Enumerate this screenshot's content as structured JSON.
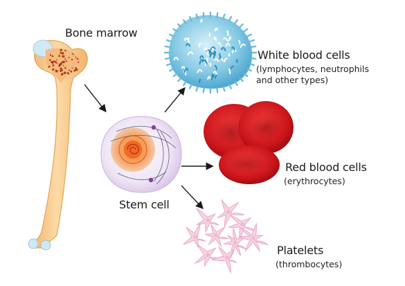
{
  "labels": {
    "bone_marrow": "Bone marrow",
    "stem_cell": "Stem cell",
    "white": {
      "title": "White blood cells",
      "sub1": "(lymphocytes, neutrophils",
      "sub2": "and other types)"
    },
    "red": {
      "title": "Red blood cells",
      "sub1": "(erythrocytes)"
    },
    "platelets": {
      "title": "Platelets",
      "sub1": "(thrombocytes)"
    }
  },
  "colors": {
    "bone": "#f7c98a",
    "marrow": "#a6401c",
    "stem_cell": "#ece3f3",
    "nucleus": "#f07a2c",
    "white_cell": "#8ccde6",
    "red_cell": "#d31418",
    "platelet": "#f7d4e4",
    "arrow": "#1a1a1a"
  }
}
